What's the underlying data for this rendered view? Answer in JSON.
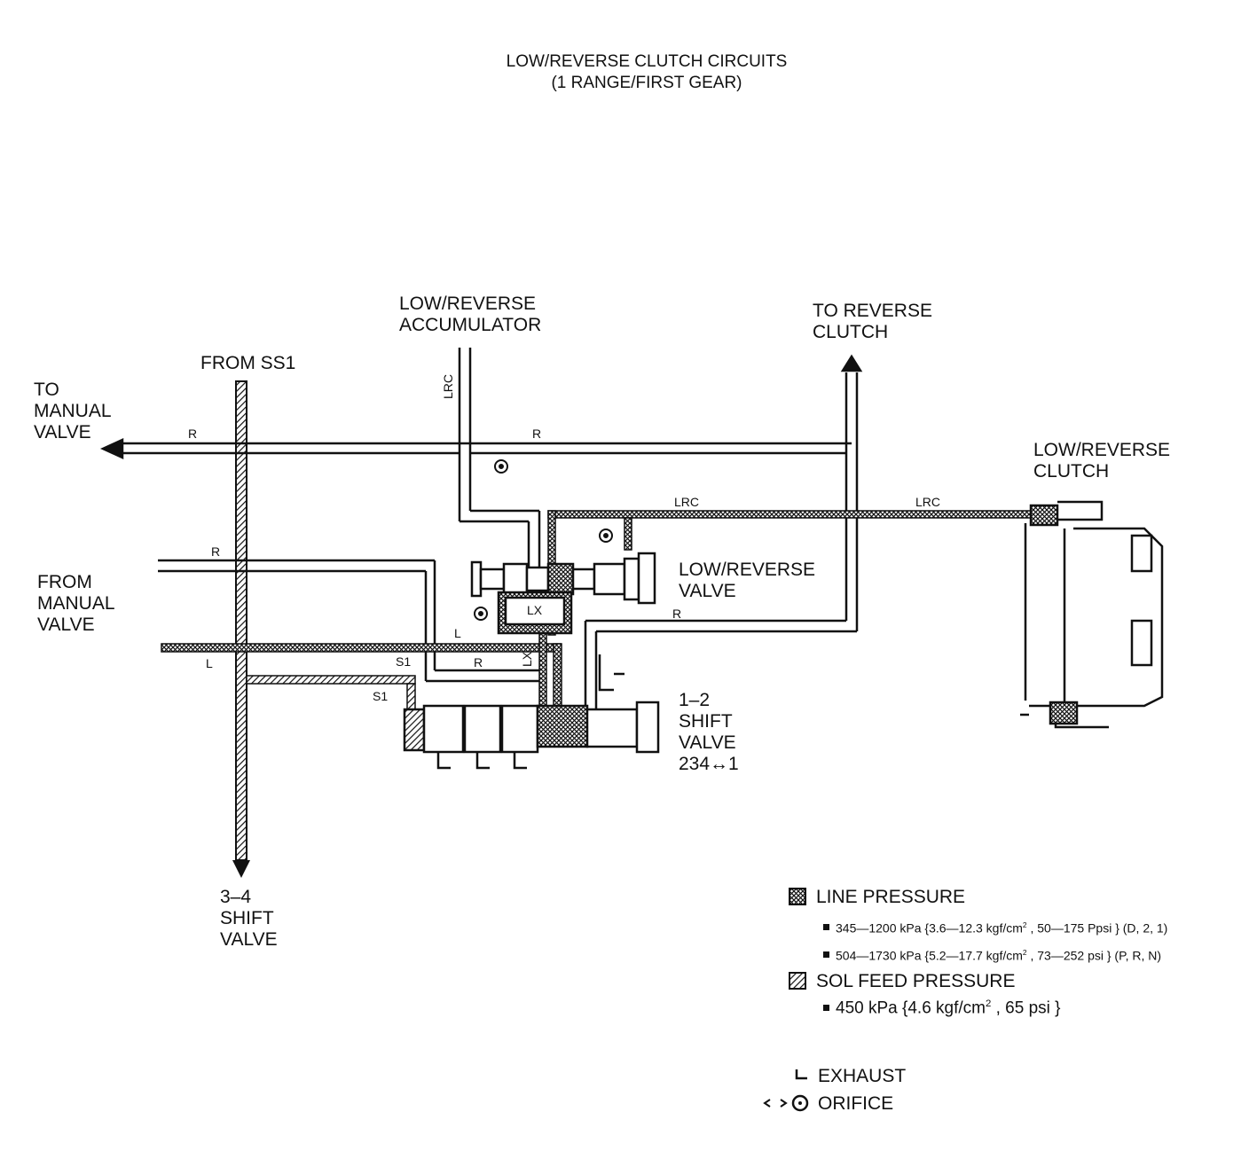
{
  "title": {
    "line1": "LOW/REVERSE CLUTCH CIRCUITS",
    "line2": "(1 RANGE/FIRST GEAR)"
  },
  "labels": {
    "from_ss1": "FROM SS1",
    "to_manual_valve": [
      "TO",
      "MANUAL",
      "VALVE"
    ],
    "from_manual_valve": [
      "FROM",
      "MANUAL",
      "VALVE"
    ],
    "low_reverse_accumulator": [
      "LOW/REVERSE",
      "ACCUMULATOR"
    ],
    "to_reverse_clutch": [
      "TO REVERSE",
      "CLUTCH"
    ],
    "low_reverse_clutch": [
      "LOW/REVERSE",
      "CLUTCH"
    ],
    "low_reverse_valve": [
      "LOW/REVERSE",
      "VALVE"
    ],
    "shift_valve_12": [
      "1–2",
      "SHIFT",
      "VALVE",
      "234↔1"
    ],
    "shift_valve_34": [
      "3–4",
      "SHIFT",
      "VALVE"
    ]
  },
  "line_tags": {
    "r": "R",
    "l": "L",
    "s1": "S1",
    "lrc": "LRC",
    "lx": "LX"
  },
  "legend": {
    "line_pressure": "LINE PRESSURE",
    "line_pressure_1_value": "345—1200 kPa {3.6—12.3 kgf/cm",
    "line_pressure_1_suffix": ", 50—175 Ppsi } (D, 2, 1)",
    "line_pressure_2_value": "504—1730 kPa {5.2—17.7 kgf/cm",
    "line_pressure_2_suffix": ", 73—252 psi } (P, R, N)",
    "sol_feed_pressure": "SOL FEED PRESSURE",
    "sol_feed_value": "450 kPa {4.6 kgf/cm",
    "sol_feed_suffix": ", 65 psi }",
    "superscript": "2",
    "exhaust": "EXHAUST",
    "orifice": "ORIFICE"
  },
  "colors": {
    "ink": "#111111",
    "paper": "#ffffff"
  }
}
